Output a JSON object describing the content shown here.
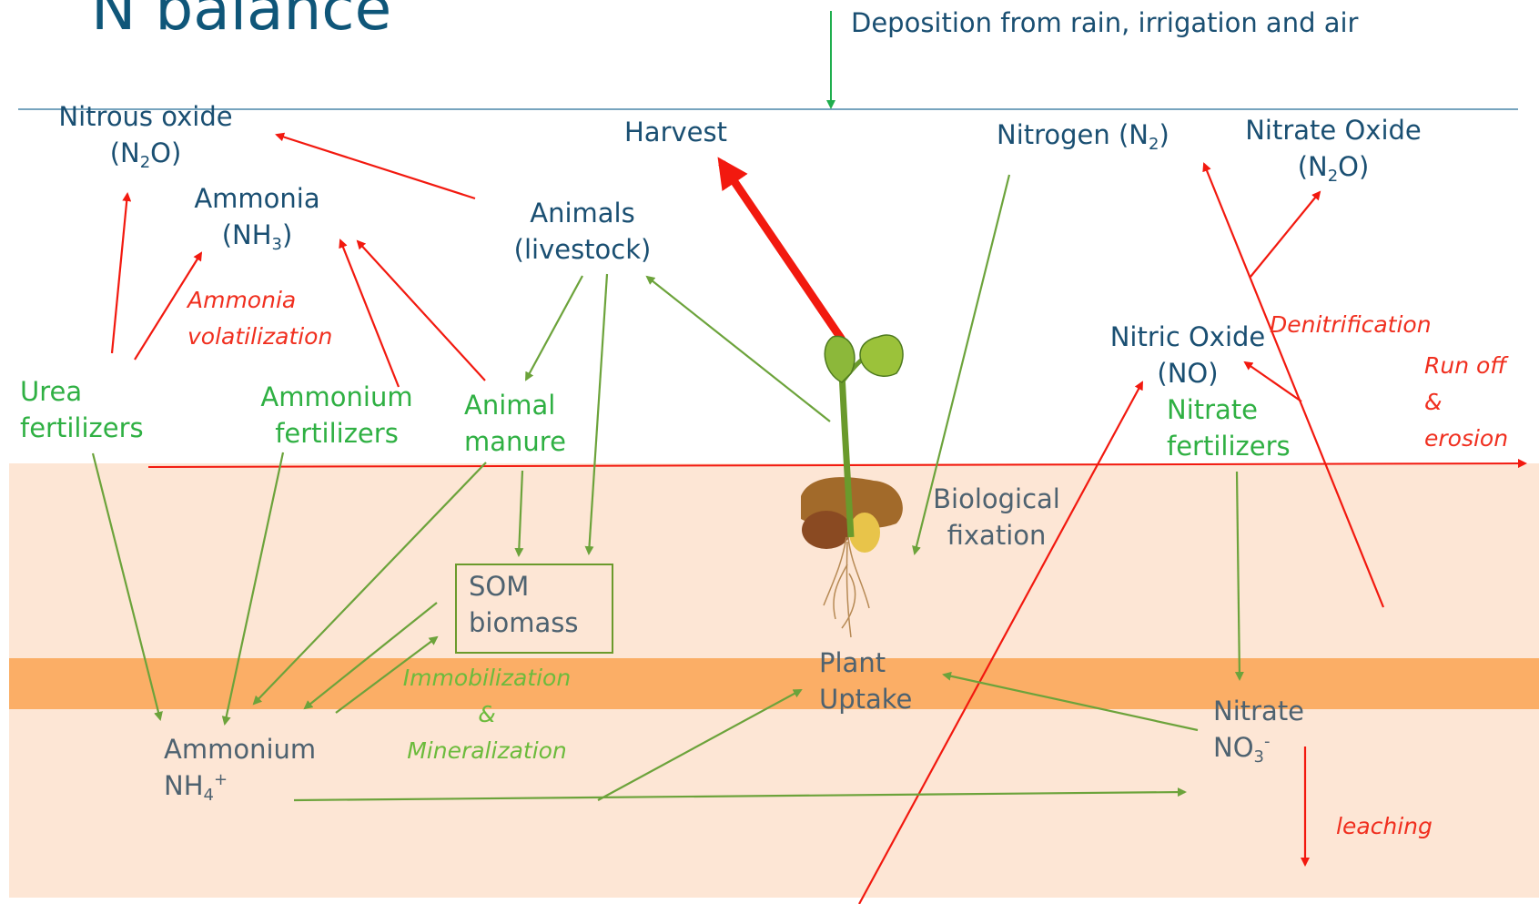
{
  "title": "N balance",
  "deposition": "Deposition from rain, irrigation and air",
  "atmosphere": {
    "nitrous_oxide_name": "Nitrous oxide",
    "nitrous_oxide_formula": {
      "a": "(N",
      "sub": "2",
      "b": "O)"
    },
    "ammonia_name": "Ammonia",
    "ammonia_formula": {
      "a": "(NH",
      "sub": "3",
      "b": ")"
    },
    "harvest": "Harvest",
    "animals_line1": "Animals",
    "animals_line2": "(livestock)",
    "nitrogen": {
      "a": "Nitrogen (N",
      "sub": "2",
      "b": ")"
    },
    "nitrate_oxide_name": "Nitrate Oxide",
    "nitrate_oxide_formula": {
      "a": "(N",
      "sub": "2",
      "b": "O)"
    },
    "nitric_oxide_name": "Nitric Oxide",
    "nitric_oxide_formula": "(NO)"
  },
  "inputs": {
    "urea_line1": "Urea",
    "urea_line2": "fertilizers",
    "ammonium_fert_line1": "Ammonium",
    "ammonium_fert_line2": "fertilizers",
    "manure_line1": "Animal",
    "manure_line2": "manure",
    "nitrate_fert_line1": "Nitrate",
    "nitrate_fert_line2": "fertilizers"
  },
  "processes": {
    "ammonia_vol_line1": "Ammonia",
    "ammonia_vol_line2": "volatilization",
    "denitrification": "Denitrification",
    "runoff_line1": "Run off",
    "runoff_line2": "&",
    "runoff_line3": "erosion",
    "immob_line1": "Immobilization",
    "immob_line2": "&",
    "immob_line3": "Mineralization",
    "leaching": "leaching",
    "bio_fix_line1": "Biological",
    "bio_fix_line2": "fixation"
  },
  "soil": {
    "som_line1": "SOM",
    "som_line2": "biomass",
    "plant_uptake_line1": "Plant",
    "plant_uptake_line2": "Uptake",
    "ammonium_name": "Ammonium",
    "ammonium_formula": {
      "a": "NH",
      "sub": "4",
      "sup": "+"
    },
    "nitrate_name": "Nitrate",
    "nitrate_formula": {
      "a": "NO",
      "sub": "3",
      "sup": "-"
    }
  },
  "colors": {
    "red_arrow": "#f2190f",
    "green_arrow": "#6ca33b",
    "deposition_arrow": "#1fae4e",
    "soil": "#fde6d5",
    "root_zone_band": "#fbae66",
    "label_blue": "#1a4f72",
    "label_green": "#2fb043"
  },
  "icons": {
    "plant": "seedling-icon"
  }
}
